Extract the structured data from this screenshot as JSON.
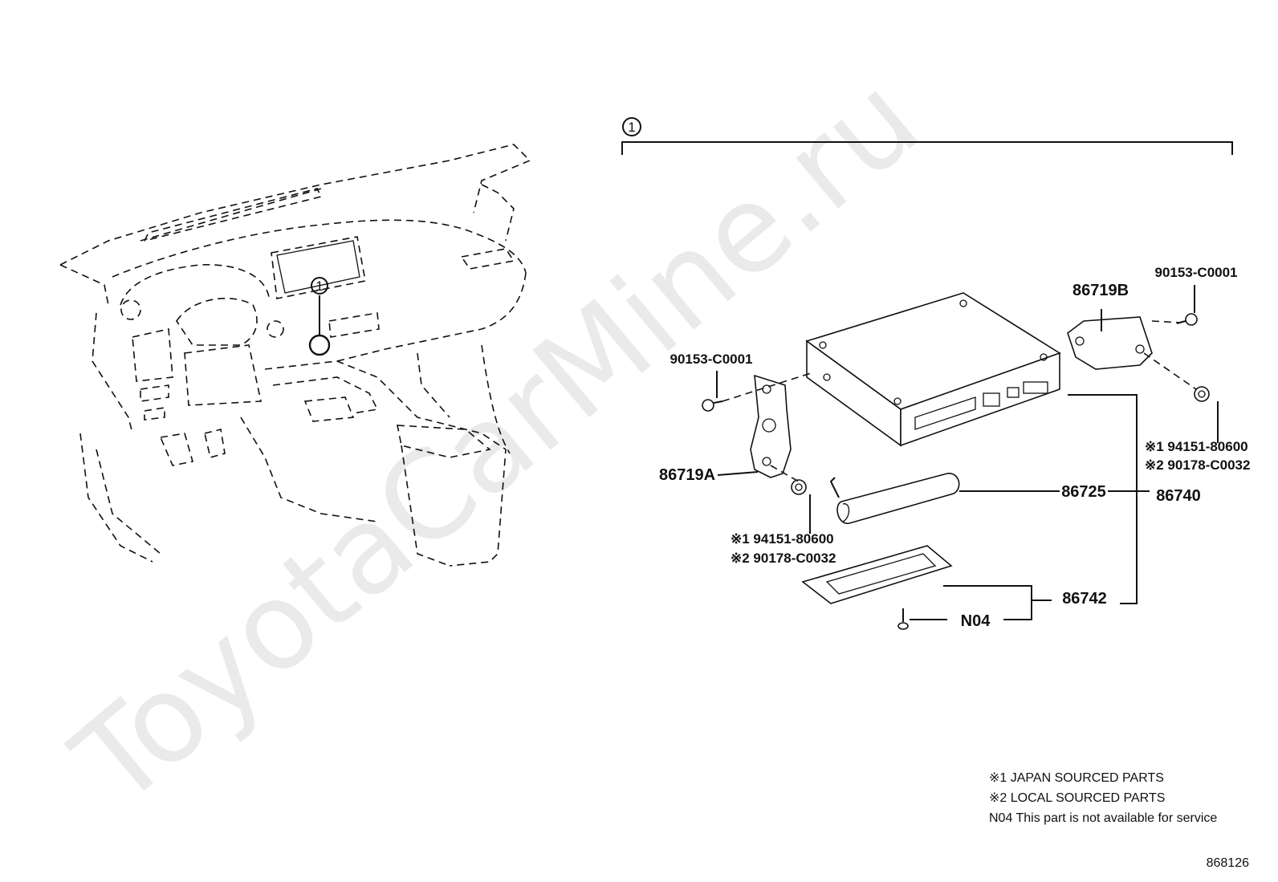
{
  "watermark": "ToyotaCarMine.ru",
  "callout_ref": "1",
  "parts": {
    "ecu_assy": "86740",
    "bracket_a": "86719A",
    "bracket_b": "86719B",
    "bolt_left": "90153-C0001",
    "bolt_right": "90153-C0001",
    "antenna": "86725",
    "cover": "86742",
    "screw": "N04",
    "nut_left_1": "※1 94151-80600",
    "nut_left_2": "※2 90178-C0032",
    "nut_right_1": "※1 94151-80600",
    "nut_right_2": "※2 90178-C0032"
  },
  "legend": {
    "line1": "※1 JAPAN SOURCED PARTS",
    "line2": "※2 LOCAL SOURCED PARTS",
    "line3": "N04   This part is not available for service"
  },
  "figure_id": "868126"
}
